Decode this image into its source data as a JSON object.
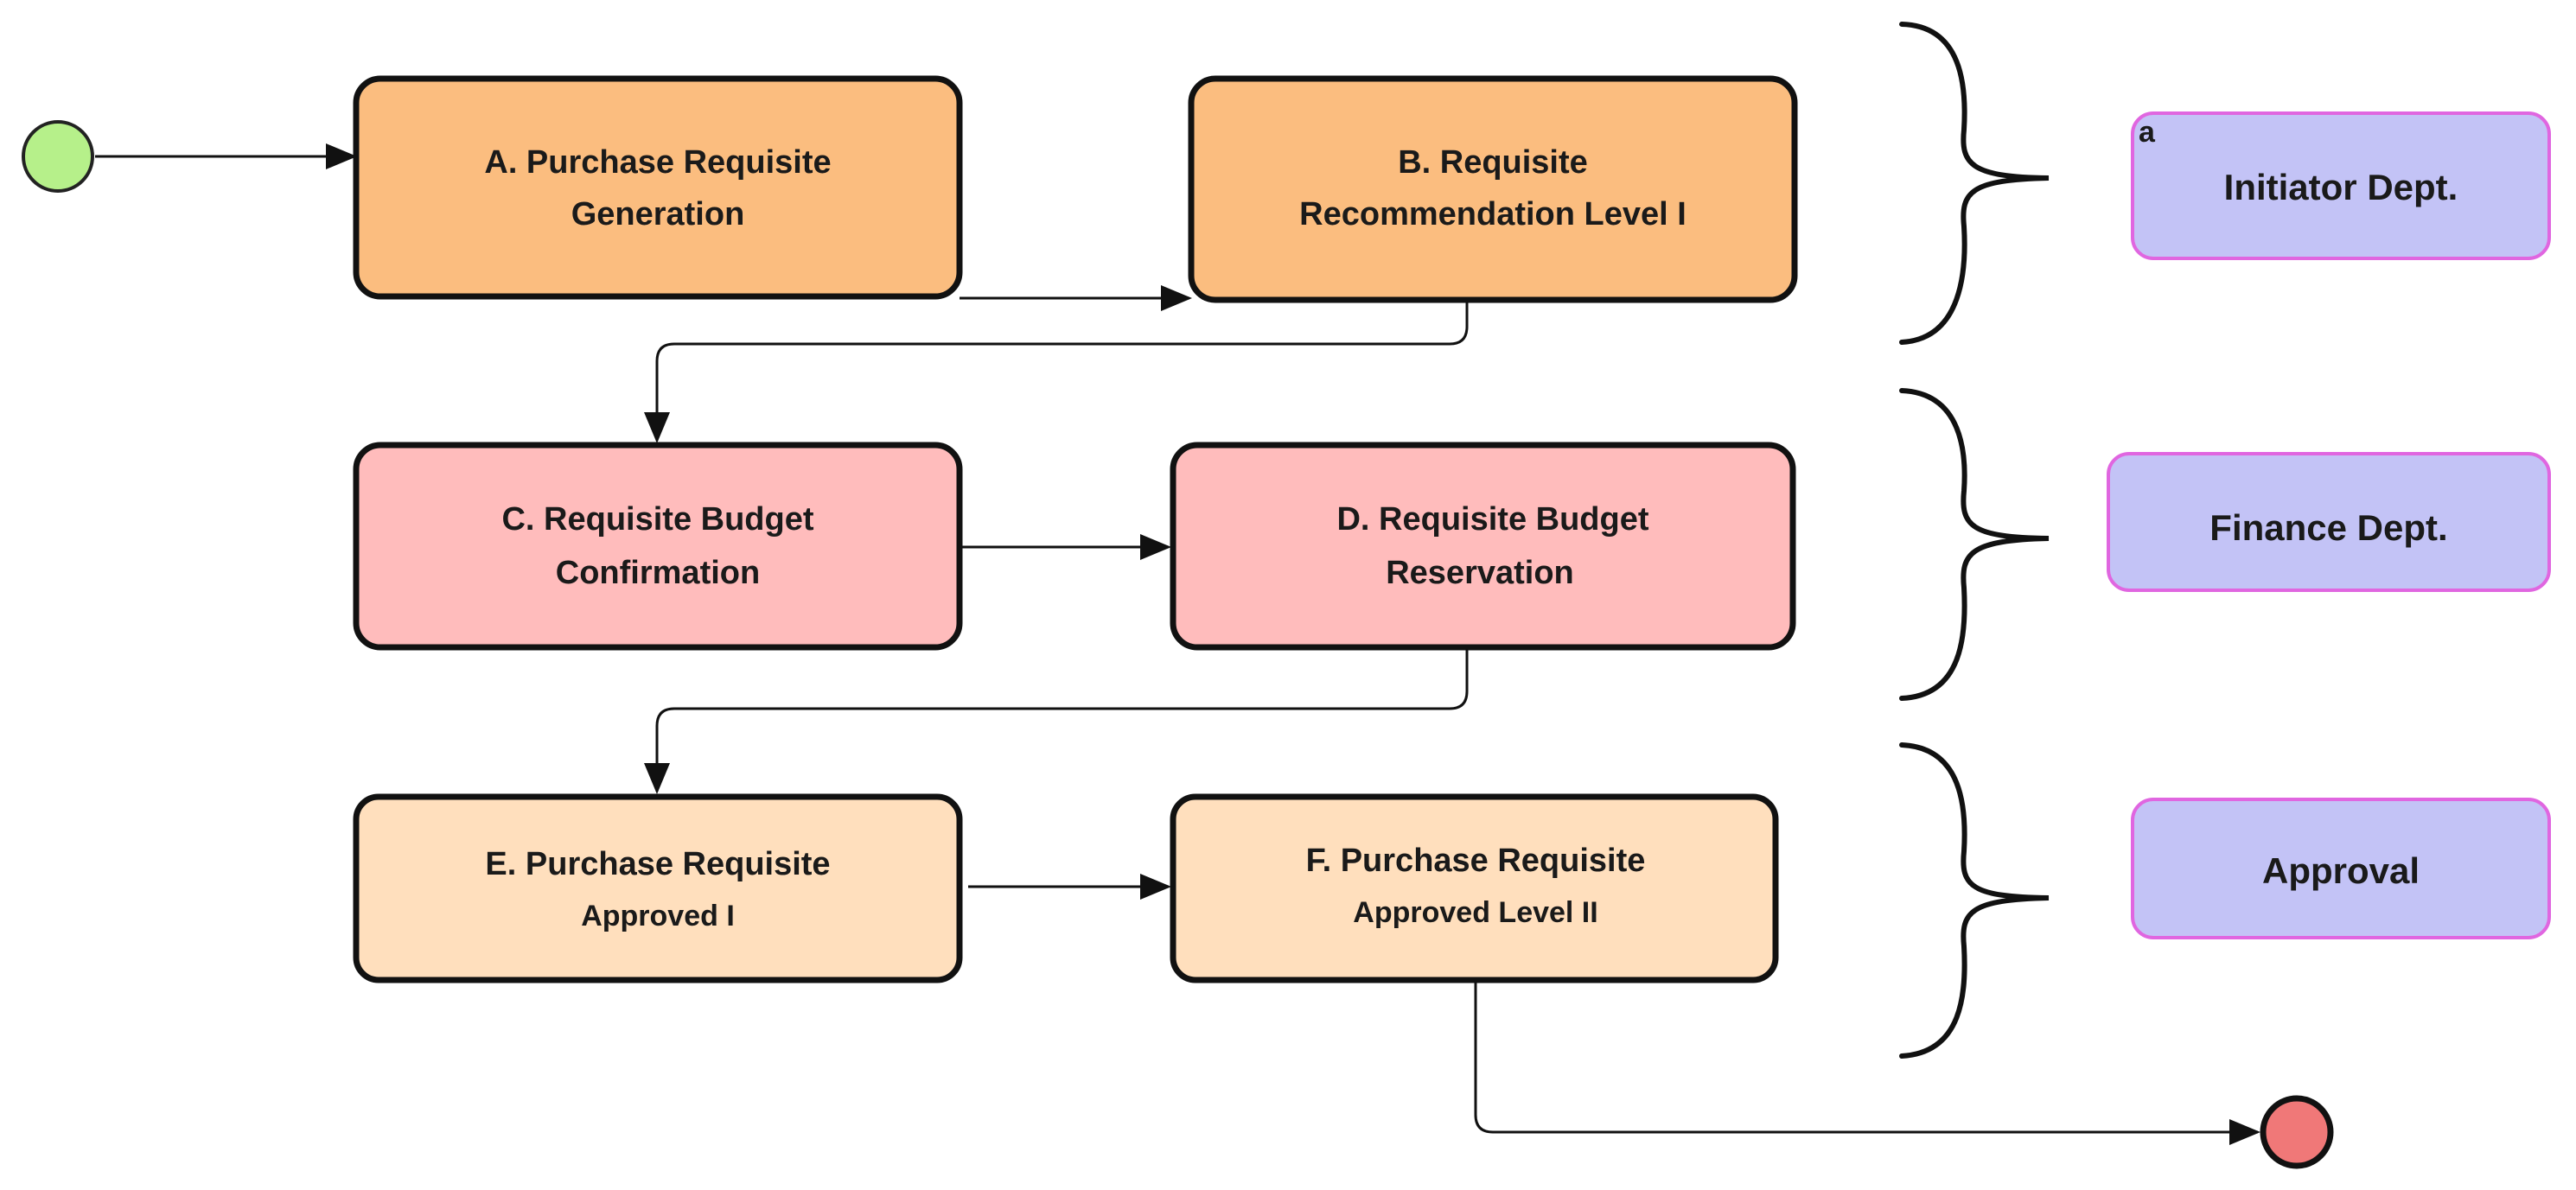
{
  "colors": {
    "start_event": "#b6f08a",
    "end_event": "#f07878",
    "initiator_box": "#fbbd7f",
    "finance_box": "#ffbcbc",
    "approval_box": "#ffdfbd",
    "department_fill": "#c3c3f6",
    "department_border": "#e066e0",
    "stroke": "#111111"
  },
  "activities": [
    {
      "id": "A",
      "line1": "A. Purchase Requisite",
      "line2": "Generation",
      "lane": "initiator"
    },
    {
      "id": "B",
      "line1": "B. Requisite",
      "line2": "Recommendation Level I",
      "lane": "initiator"
    },
    {
      "id": "C",
      "line1": "C. Requisite Budget",
      "line2": "Confirmation",
      "lane": "finance"
    },
    {
      "id": "D",
      "line1": "D. Requisite Budget",
      "line2": "Reservation",
      "lane": "finance"
    },
    {
      "id": "E",
      "line1": "E. Purchase Requisite",
      "line2": "Approved I",
      "lane": "approval"
    },
    {
      "id": "F",
      "line1": "F. Purchase Requisite",
      "line2": "Approved Level II",
      "lane": "approval"
    }
  ],
  "departments": [
    {
      "id": "initiator",
      "label": "Initiator Dept.",
      "corner_label": "a"
    },
    {
      "id": "finance",
      "label": "Finance Dept."
    },
    {
      "id": "approval",
      "label": "Approval"
    }
  ],
  "flows": [
    [
      "start",
      "A"
    ],
    [
      "A",
      "B"
    ],
    [
      "B",
      "C"
    ],
    [
      "C",
      "D"
    ],
    [
      "D",
      "E"
    ],
    [
      "E",
      "F"
    ],
    [
      "F",
      "end"
    ]
  ]
}
